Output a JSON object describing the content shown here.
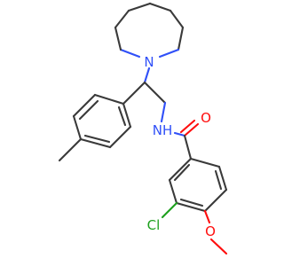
{
  "atoms": {
    "n_amine": {
      "label": "N",
      "color": "#3050f8"
    },
    "n_amide": {
      "label": "NH",
      "color": "#3050f8"
    },
    "o_carbonyl": {
      "label": "O",
      "color": "#ff0d0d"
    },
    "cl": {
      "label": "Cl",
      "color": "#1ea01e"
    },
    "o_methoxy": {
      "label": "O",
      "color": "#ff0d0d"
    }
  },
  "colors": {
    "bond": "#3a3a3a",
    "background": "#ffffff"
  }
}
